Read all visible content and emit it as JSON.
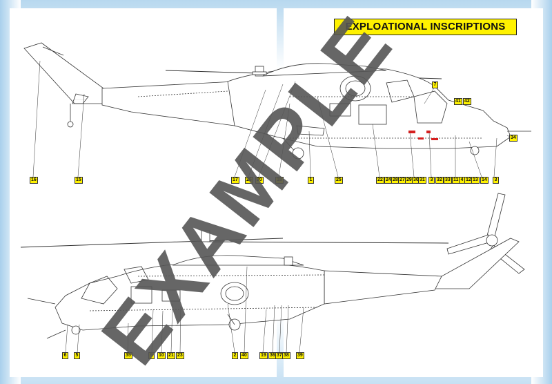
{
  "page": {
    "title": "EXPLOATIONAL INSCRIPTIONS",
    "watermark": "EXAMPLE"
  },
  "colors": {
    "title_bg": "#fff200",
    "callout_bg": "#fff200",
    "watermark": "#555555",
    "sky": "#9ec9e8",
    "line": "#333333",
    "marking_red": "#d62020"
  },
  "top_view": {
    "callouts": [
      "16",
      "15",
      "17",
      "26",
      "20",
      "18",
      "1",
      "25",
      "22",
      "24",
      "28",
      "27",
      "29",
      "30",
      "31",
      "3",
      "32",
      "33",
      "11",
      "4",
      "12",
      "13",
      "14",
      "3",
      "7",
      "41",
      "42",
      "34"
    ]
  },
  "bottom_view": {
    "callouts": [
      "6",
      "5",
      "35",
      "9",
      "10",
      "21",
      "23",
      "2",
      "40",
      "19",
      "36",
      "37",
      "38",
      "39"
    ]
  }
}
